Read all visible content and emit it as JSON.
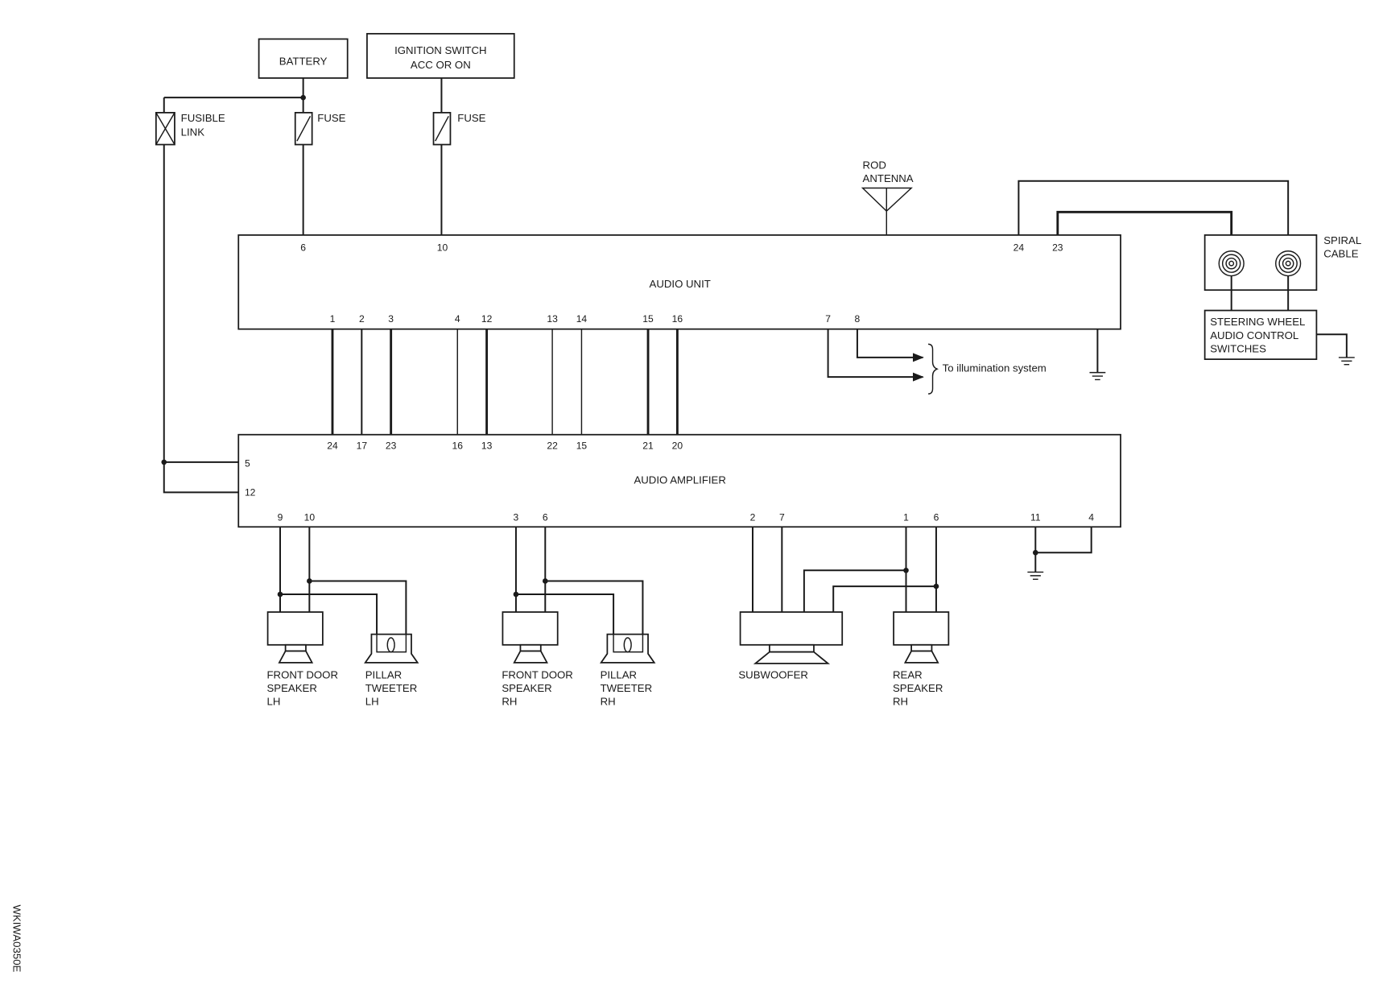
{
  "power": {
    "battery": "BATTERY",
    "ignition_switch": {
      "line1": "IGNITION SWITCH",
      "line2": "ACC OR ON"
    },
    "fusible_link": {
      "line1": "FUSIBLE",
      "line2": "LINK"
    },
    "fuse_battery": "FUSE",
    "fuse_ignition": "FUSE"
  },
  "antenna": {
    "line1": "ROD",
    "line2": "ANTENNA"
  },
  "spiral_cable": {
    "line1": "SPIRAL",
    "line2": "CABLE"
  },
  "steering_switches": {
    "line1": "STEERING WHEEL",
    "line2": "AUDIO CONTROL",
    "line3": "SWITCHES"
  },
  "audio_unit": {
    "label": "AUDIO UNIT",
    "pins_top": [
      "6",
      "10",
      "24",
      "23"
    ],
    "pins_bottom": [
      "1",
      "2",
      "3",
      "4",
      "12",
      "13",
      "14",
      "15",
      "16",
      "7",
      "8"
    ]
  },
  "illumination": "To illumination system",
  "audio_amplifier": {
    "label": "AUDIO AMPLIFIER",
    "pins_top": [
      "24",
      "17",
      "23",
      "16",
      "13",
      "22",
      "15",
      "21",
      "20"
    ],
    "pins_left": [
      "5",
      "12"
    ],
    "pins_bottom": [
      "9",
      "10",
      "3",
      "6",
      "2",
      "7",
      "1",
      "6",
      "11",
      "4"
    ]
  },
  "speakers": [
    {
      "line1": "FRONT DOOR",
      "line2": "SPEAKER",
      "line3": "LH"
    },
    {
      "line1": "PILLAR",
      "line2": "TWEETER",
      "line3": "LH"
    },
    {
      "line1": "FRONT DOOR",
      "line2": "SPEAKER",
      "line3": "RH"
    },
    {
      "line1": "PILLAR",
      "line2": "TWEETER",
      "line3": "RH"
    },
    {
      "line1": "SUBWOOFER"
    },
    {
      "line1": "REAR",
      "line2": "SPEAKER",
      "line3": "RH"
    }
  ],
  "figure_id": "WKIWA0350E"
}
